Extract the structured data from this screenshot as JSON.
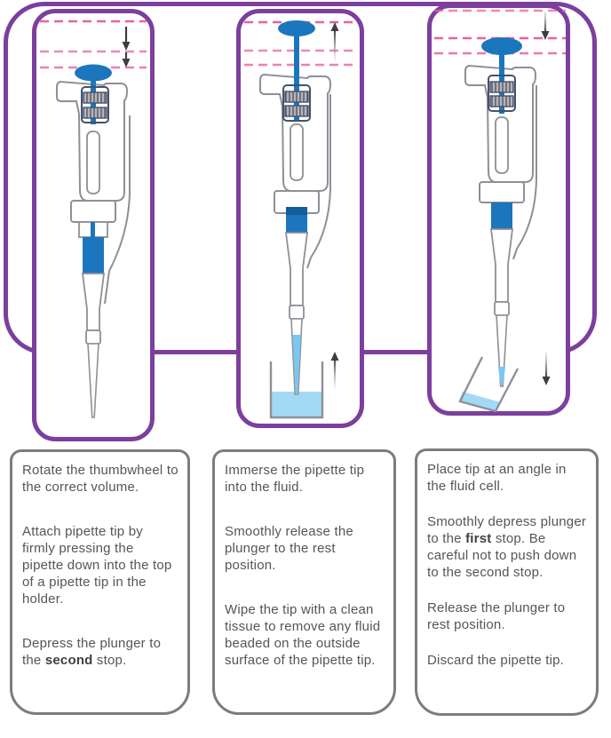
{
  "figure": {
    "description": "Three-step pipetting technique diagram: three purple panels showing a micropipette with pink dashed plunger-stop guide lines, followed by three instruction boxes",
    "panels": [
      {
        "name": "depress-to-second-stop",
        "guide_lines": 3,
        "arrow": "double-arrow-down"
      },
      {
        "name": "immerse-and-release",
        "guide_lines": 3,
        "arrows": [
          "arrow-up-top",
          "arrow-up-near-beaker"
        ]
      },
      {
        "name": "dispense-to-first-stop",
        "guide_lines": 3,
        "arrows": [
          "arrow-down-top",
          "arrow-down-near-cell"
        ]
      }
    ],
    "colors": {
      "purple_border": "#7c3f9d",
      "pink_dashed": "#ec5fa4",
      "pipette_blue": "#1b76bd",
      "navy_band": "#155e97",
      "fluid_light_blue": "#a3d9f5",
      "tip_fluid_blue": "#7cc7ef",
      "outline_gray": "#8f8f97",
      "thumbwheel_outline": "#47516b",
      "arrow_gray": "#3e3e42",
      "box_border_gray": "#7c7c80",
      "text_gray": "#55555a"
    }
  },
  "instruction_boxes": [
    {
      "paragraphs": [
        {
          "pre": "Rotate the thumbwheel to the correct volume.",
          "bold": "",
          "post": ""
        },
        {
          "pre": "Attach pipette tip by firmly pressing the pipette down into the top of a pipette tip in the holder.",
          "bold": "",
          "post": ""
        },
        {
          "pre": "Depress the plunger to the ",
          "bold": "second",
          "post": " stop."
        }
      ]
    },
    {
      "paragraphs": [
        {
          "pre": "Immerse the pipette tip into the fluid.",
          "bold": "",
          "post": ""
        },
        {
          "pre": "Smoothly release the plunger to the rest position.",
          "bold": "",
          "post": ""
        },
        {
          "pre": "Wipe the tip with a clean tissue to remove any fluid beaded on the outside surface of the pipette tip.",
          "bold": "",
          "post": ""
        }
      ]
    },
    {
      "paragraphs": [
        {
          "pre": "Place tip at an angle in the fluid cell.",
          "bold": "",
          "post": ""
        },
        {
          "pre": "Smoothly depress plunger to the ",
          "bold": "first",
          "post": " stop. Be careful not to push down to the second stop."
        },
        {
          "pre": "Release the plunger to rest position.",
          "bold": "",
          "post": ""
        },
        {
          "pre": "Discard the pipette tip.",
          "bold": "",
          "post": ""
        }
      ]
    }
  ]
}
